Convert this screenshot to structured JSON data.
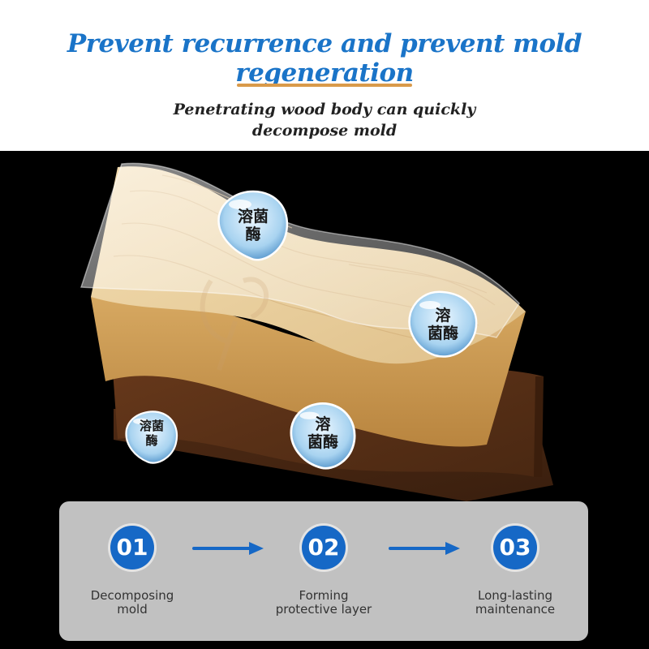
{
  "header": {
    "title": "Prevent recurrence and prevent mold regeneration",
    "subtitle": "Penetrating wood body can quickly\ndecompose mold"
  },
  "enzymes": [
    {
      "label": "溶菌\n酶"
    },
    {
      "label": "溶\n菌酶"
    },
    {
      "label": "溶菌\n酶"
    },
    {
      "label": "溶\n菌酶"
    }
  ],
  "steps": [
    {
      "number": "01",
      "label": "Decomposing\nmold"
    },
    {
      "number": "02",
      "label": "Forming\nprotective layer"
    },
    {
      "number": "03",
      "label": "Long-lasting\nmaintenance"
    }
  ],
  "colors": {
    "title_blue": "#1a74c8",
    "accent": "#d99a4a",
    "step_blue": "#1668c6",
    "light_wood": "#e9cf9e",
    "dark_wood": "#5e3418"
  },
  "icons": {
    "arrow": "right-arrow-icon",
    "enzyme": "enzyme-droplet-icon"
  }
}
